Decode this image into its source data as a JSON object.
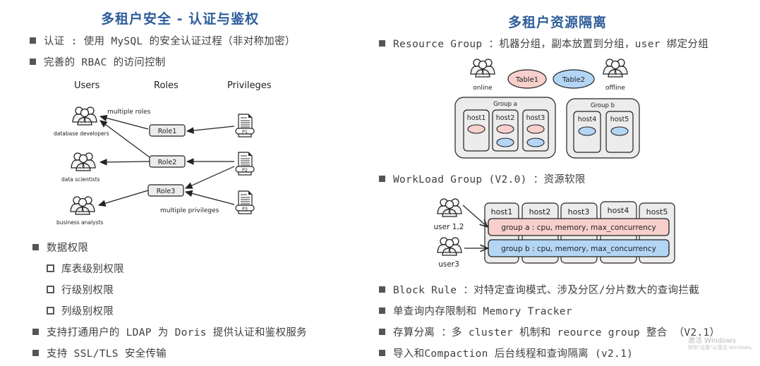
{
  "left": {
    "title": "多租户安全 - 认证与鉴权",
    "bullets": [
      "认证 : 使用 MySQL 的安全认证过程（非对称加密）",
      "完善的 RBAC 的访问控制"
    ],
    "rbac_diagram": {
      "col_users": "Users",
      "col_roles": "Roles",
      "col_privileges": "Privileges",
      "users": [
        "database developers",
        "data scientists",
        "business analysts"
      ],
      "roles": [
        "Role1",
        "Role2",
        "Role3"
      ],
      "privileges": [
        "P1",
        "P2",
        "P3"
      ],
      "note_multiple_roles": "multiple roles",
      "note_multiple_privileges": "multiple privileges"
    },
    "data_perm": {
      "label": "数据权限",
      "sub": [
        "库表级别权限",
        "行级别权限",
        "列级别权限"
      ]
    },
    "bullets_bottom": [
      "支持打通用户的 LDAP 为 Doris 提供认证和鉴权服务",
      "支持 SSL/TLS 安全传输"
    ]
  },
  "right": {
    "title": "多租户资源隔离",
    "resource_group": "Resource Group ：机器分组，副本放置到分组，user 绑定分组",
    "rg_diagram": {
      "user_online": "online",
      "user_offline": "offline",
      "table1": "Table1",
      "table2": "Table2",
      "group_a": "Group a",
      "group_b": "Group b",
      "hosts": [
        "host1",
        "host2",
        "host3",
        "host4",
        "host5"
      ]
    },
    "workload_group": "WorkLoad Group (V2.0) ：资源软限",
    "wg_diagram": {
      "hosts": [
        "host1",
        "host2",
        "host3",
        "host4",
        "host5"
      ],
      "group_a": "group a : cpu, memory, max_concurrency",
      "group_b": "group b : cpu, memory, max_concurrency",
      "user_a": "user 1,2",
      "user_b": "user3"
    },
    "bullets_bottom": [
      "Block Rule ：对特定查询模式、涉及分区/分片数大的查询拦截",
      "单查询内存限制和 Memory Tracker",
      "存算分离 ：多 cluster 机制和 reource group 整合 （V2.1）",
      "导入和Compaction 后台线程和查询隔离 (v2.1)"
    ]
  },
  "watermark": {
    "line1": "激活 Windows",
    "line2": "转到\"设置\"以激活 Windows。"
  },
  "colors": {
    "title": "#2e5d9a",
    "pink": "#f7cfcb",
    "blue": "#b4d6f5",
    "group_bg": "#ececec"
  }
}
